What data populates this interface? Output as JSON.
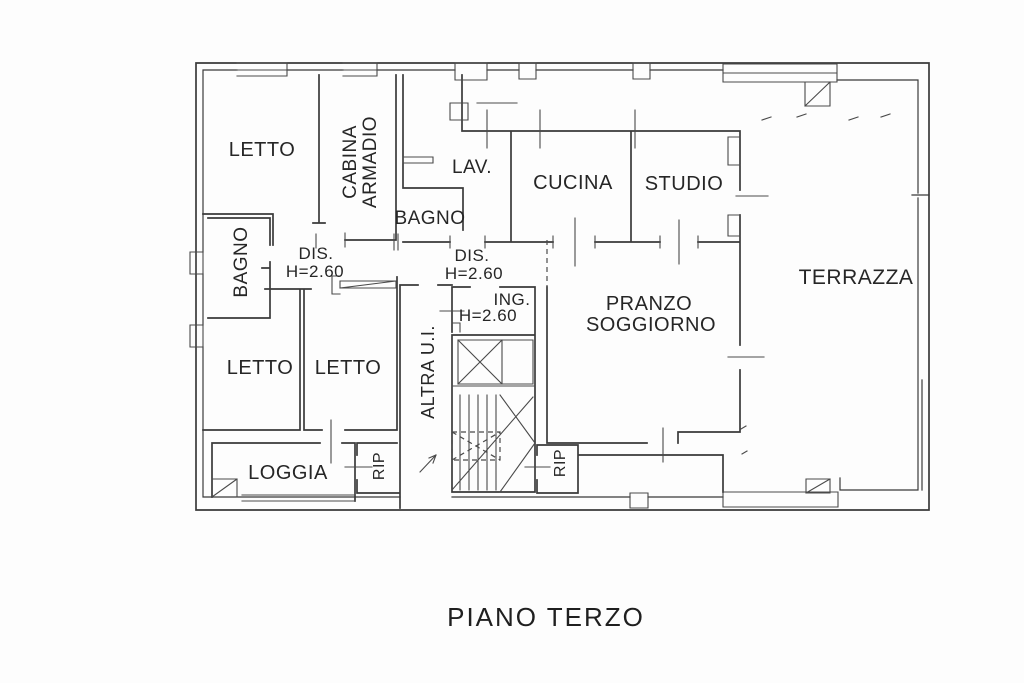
{
  "title": "PIANO TERZO",
  "labels": {
    "letto_top": "LETTO",
    "cabina_line1": "CABINA",
    "cabina_line2": "ARMADIO",
    "lav": "LAV.",
    "bagno_top": "BAGNO",
    "cucina": "CUCINA",
    "studio": "STUDIO",
    "terrazza": "TERRAZZA",
    "dis_left_line1": "DIS.",
    "dis_left_line2": "H=2.60",
    "dis_right_line1": "DIS.",
    "dis_right_line2": "H=2.60",
    "ing_line1": "ING.",
    "ing_line2": "H=2.60",
    "pranzo_line1": "PRANZO",
    "pranzo_line2": "SOGGIORNO",
    "bagno_left": "BAGNO",
    "letto_bottom_left": "LETTO",
    "letto_bottom_mid": "LETTO",
    "altra_ui": "ALTRA U.I.",
    "loggia": "LOGGIA",
    "rip_left": "RIP",
    "rip_right": "RIP"
  },
  "colors": {
    "wall_line": "#3a3a3a",
    "text": "#262626",
    "background": "#fdfdfd"
  }
}
